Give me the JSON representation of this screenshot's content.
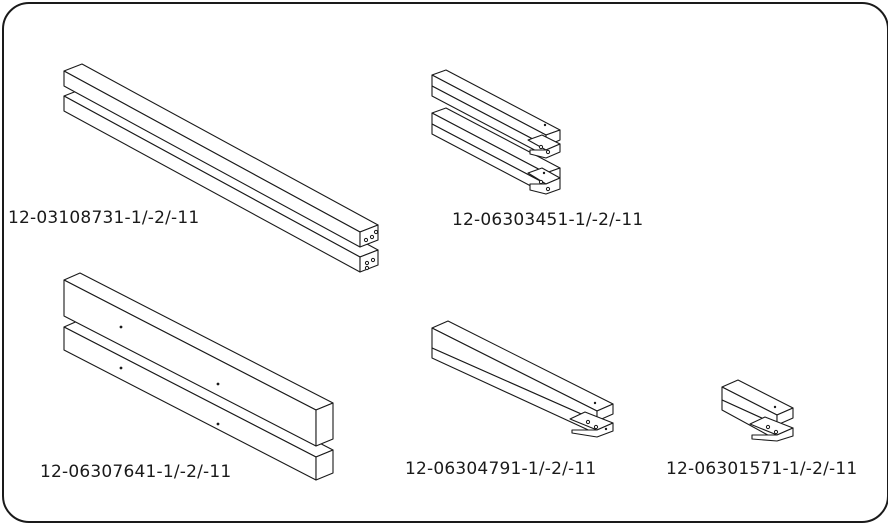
{
  "parts": [
    {
      "id": "part-1",
      "label": "12-03108731-1/-2/-11"
    },
    {
      "id": "part-2",
      "label": "12-06303451-1/-2/-11"
    },
    {
      "id": "part-3",
      "label": "12-06307641-1/-2/-11"
    },
    {
      "id": "part-4",
      "label": "12-06304791-1/-2/-11"
    },
    {
      "id": "part-5",
      "label": "12-06301571-1/-2/-11"
    }
  ]
}
